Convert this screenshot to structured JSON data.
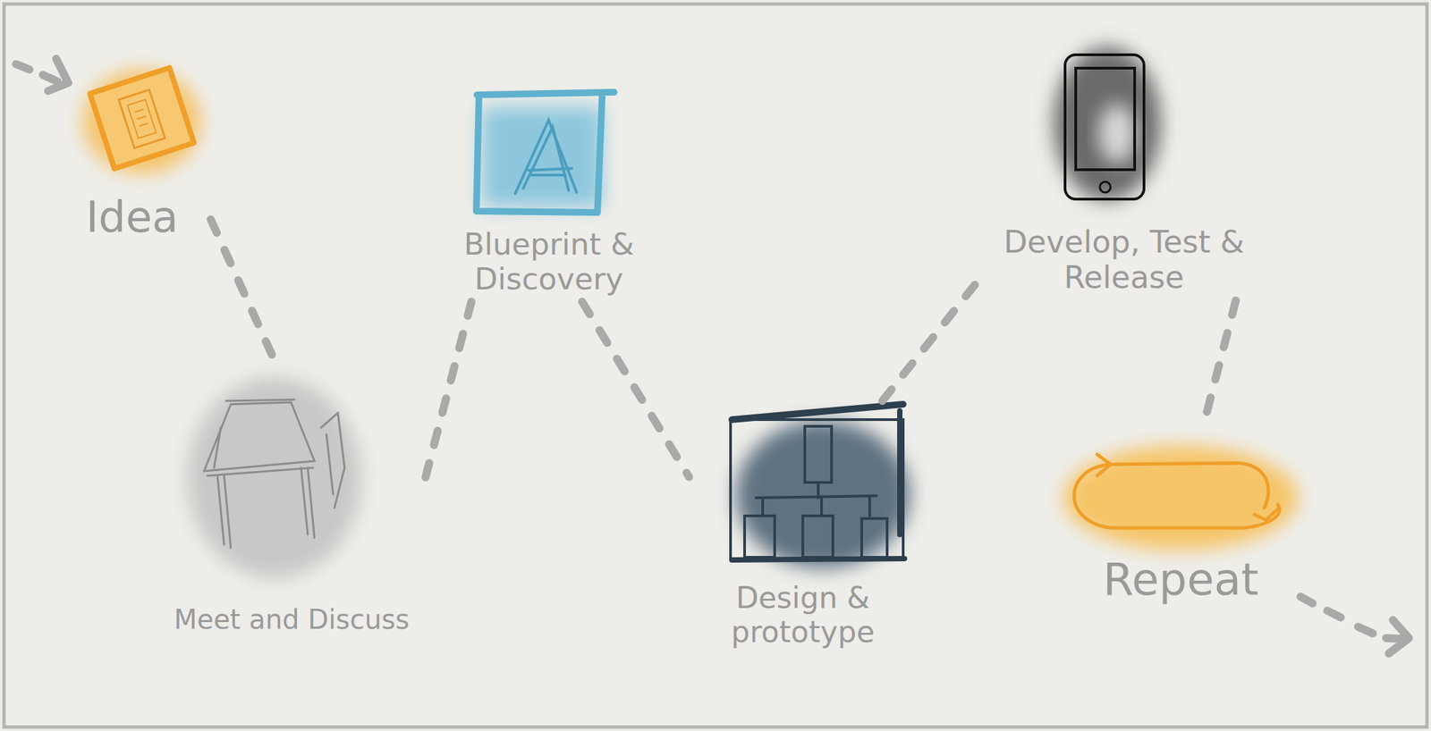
{
  "diagram": {
    "nodes": [
      {
        "text": [
          "Idea"
        ]
      },
      {
        "text": [
          "Meet and Discuss"
        ]
      },
      {
        "text": [
          "Blueprint & Discovery"
        ]
      },
      {
        "text": [
          "Design & prototype"
        ]
      },
      {
        "text": [
          "Develop, Test & Release"
        ]
      },
      {
        "text": [
          "Repeat"
        ]
      }
    ],
    "edges": [
      {
        "from": 0,
        "to": 1,
        "arrow": "none"
      },
      {
        "from": 1,
        "to": 2,
        "arrow": "none"
      },
      {
        "from": 2,
        "to": 3,
        "arrow": "none"
      },
      {
        "from": 3,
        "to": 4,
        "arrow": "none"
      },
      {
        "from": 4,
        "to": 5,
        "arrow": "none"
      }
    ]
  }
}
